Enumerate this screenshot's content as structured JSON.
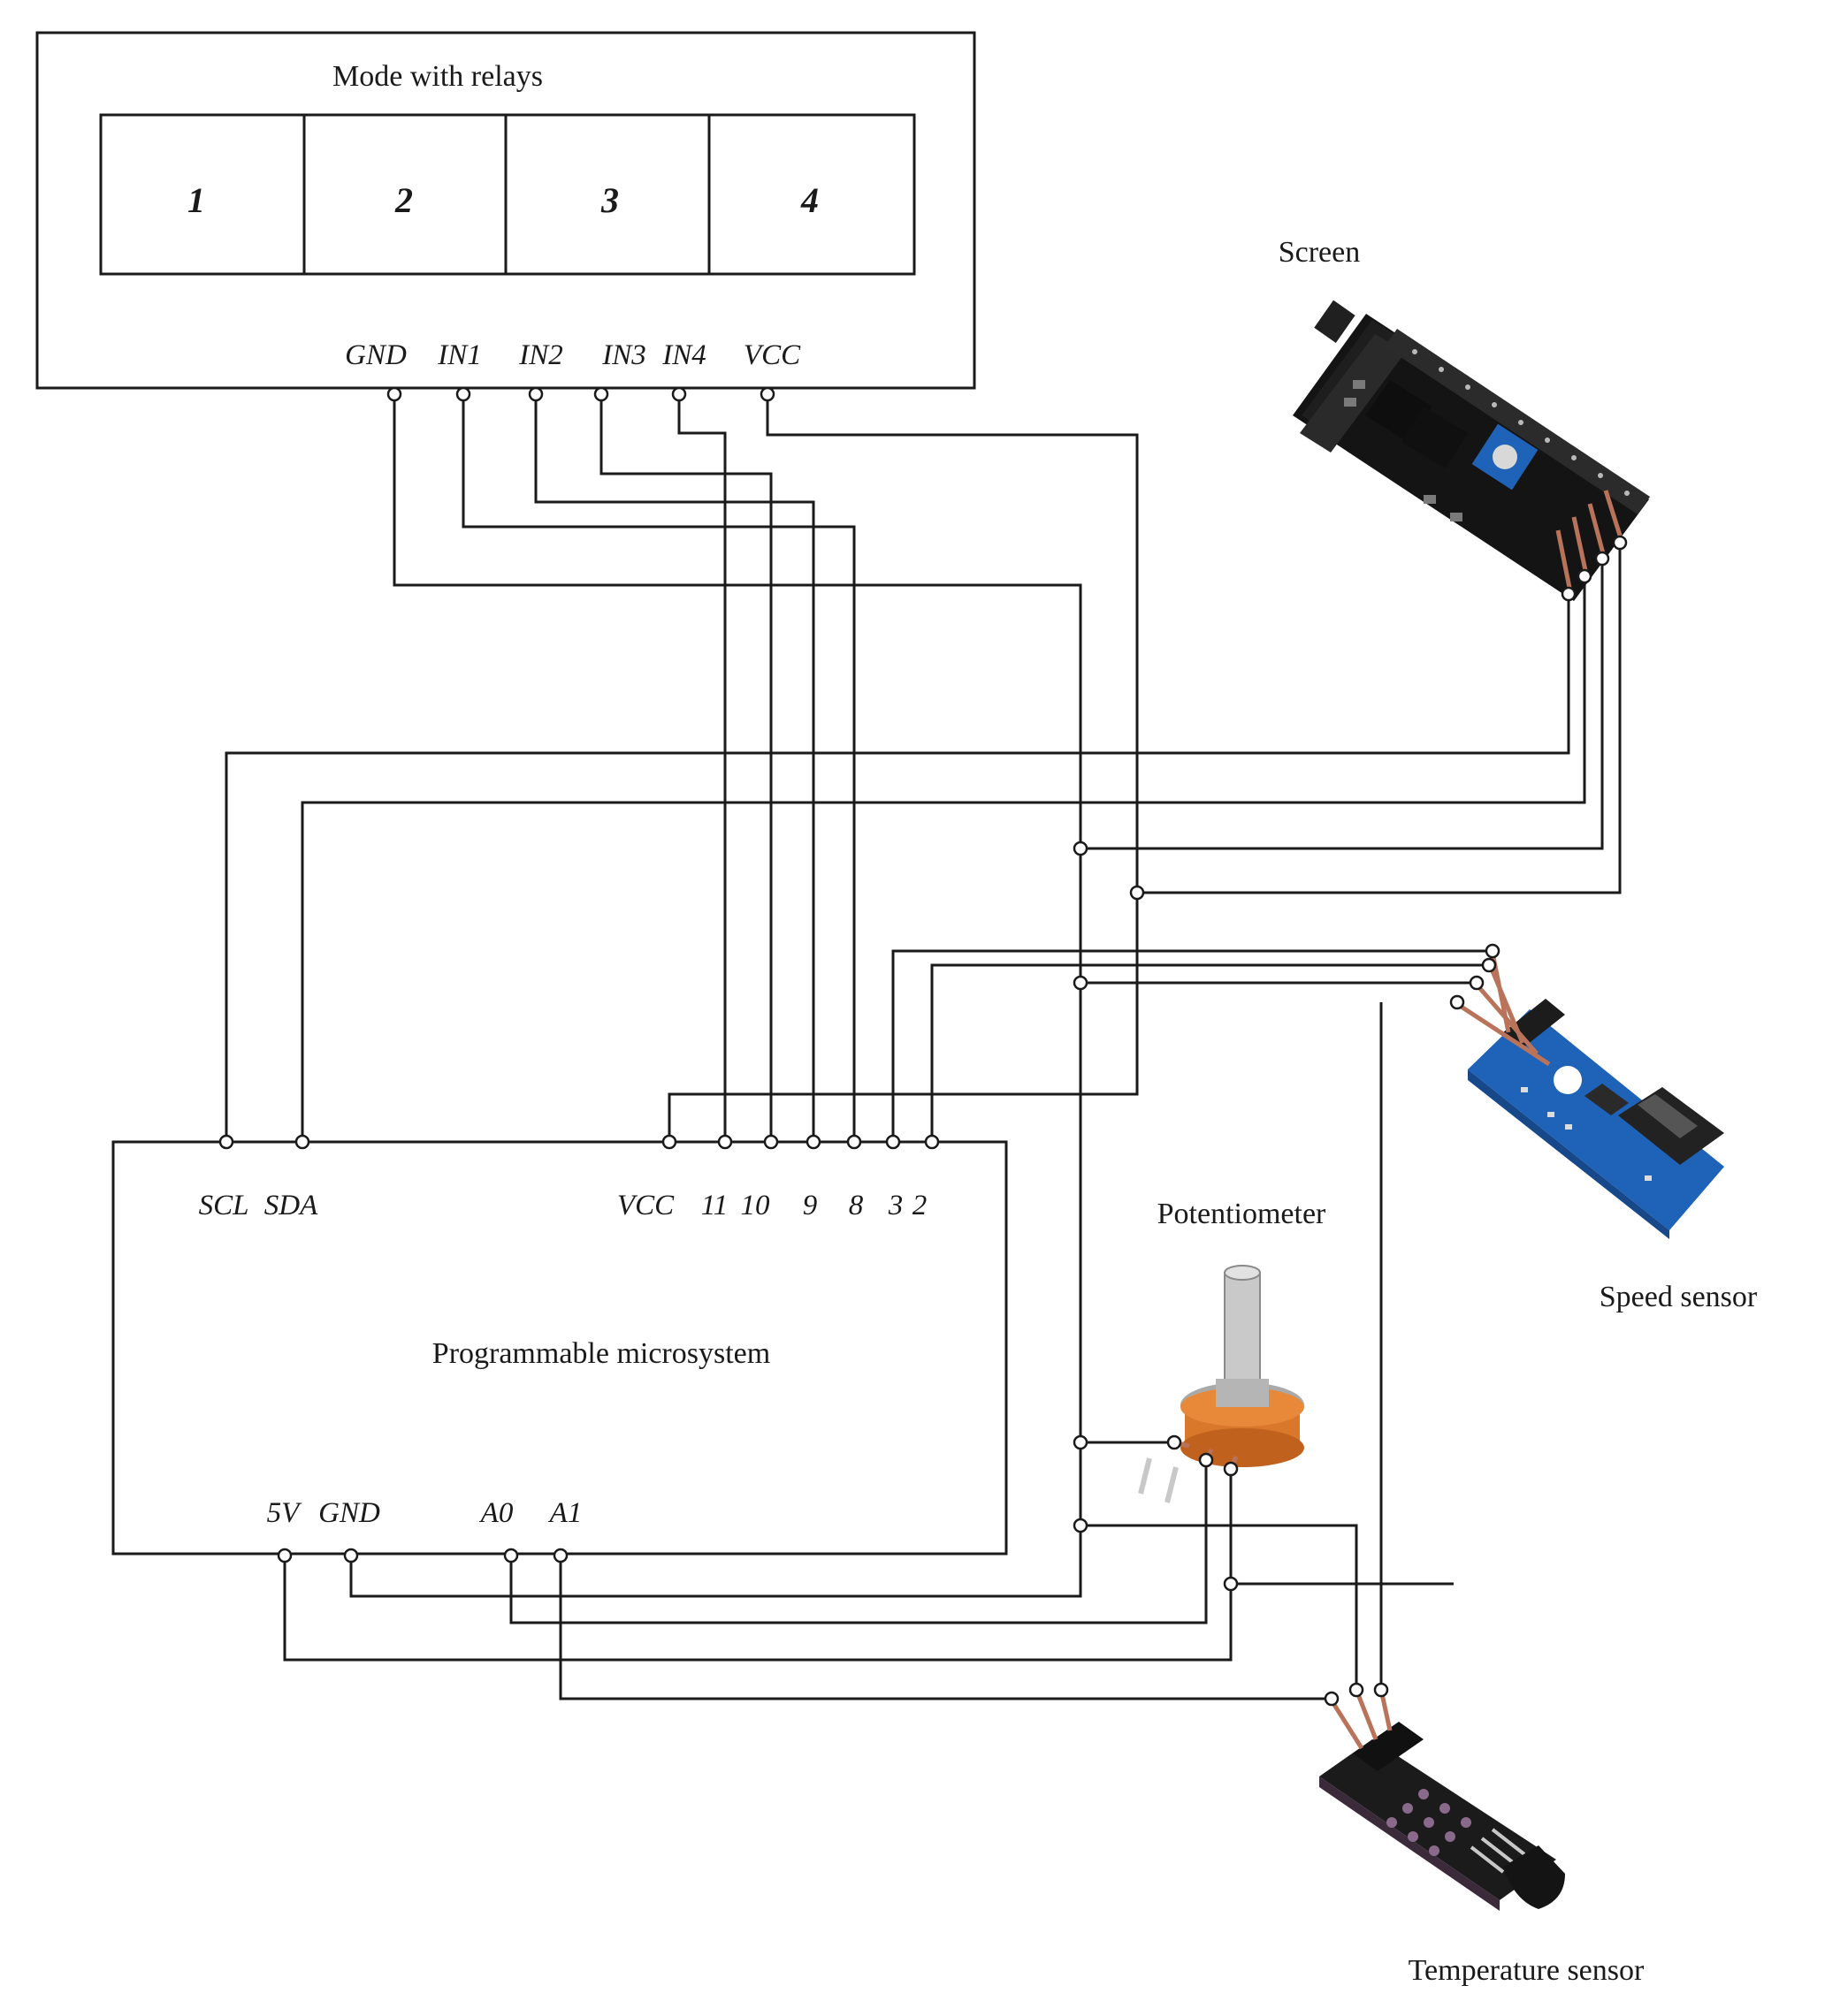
{
  "relay_module": {
    "title": "Mode with relays",
    "channels": [
      "1",
      "2",
      "3",
      "4"
    ],
    "pins": [
      "GND",
      "IN1",
      "IN2",
      "IN3",
      "IN4",
      "VCC"
    ]
  },
  "microsystem": {
    "title": "Programmable microsystem",
    "top_pins": [
      "SCL",
      "SDA",
      "VCC",
      "11",
      "10",
      "9",
      "8",
      "3",
      "2"
    ],
    "bottom_pins": [
      "5V",
      "GND",
      "A0",
      "A1"
    ]
  },
  "components": {
    "screen": "Screen",
    "speed_sensor": "Speed sensor",
    "potentiometer": "Potentiometer",
    "temperature_sensor": "Temperature sensor"
  },
  "colors": {
    "line": "#1a1a1a",
    "pcb_black": "#141414",
    "pcb_blue": "#1f63b8",
    "pot_orange": "#d9782a",
    "pin_copper": "#b8735a"
  }
}
